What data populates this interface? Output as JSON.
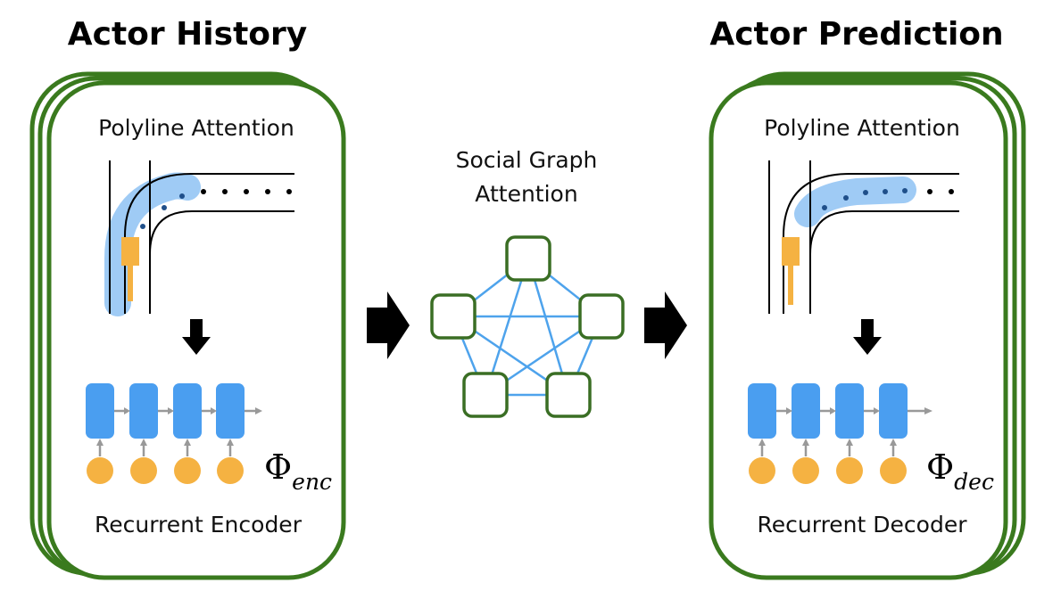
{
  "titles": {
    "left": "Actor History",
    "right": "Actor Prediction"
  },
  "left_panel": {
    "top_label": "Polyline Attention",
    "bottom_label": "Recurrent Encoder",
    "phi_symbol": "Φ",
    "phi_subscript": "enc"
  },
  "middle": {
    "label_line1": "Social Graph",
    "label_line2": "Attention"
  },
  "right_panel": {
    "top_label": "Polyline Attention",
    "bottom_label": "Recurrent Decoder",
    "phi_symbol": "Φ",
    "phi_subscript": "dec"
  },
  "colors": {
    "frame_green": "#3a7a1e",
    "rnn_blue": "#4a9ef0",
    "input_orange": "#f5b242",
    "highlight_blue": "#9fcbf5",
    "dot_blue": "#1f4f8a",
    "edge_blue": "#4ea3ec",
    "node_green": "#3a6e24",
    "arrow_gray": "#999999"
  },
  "icons": {
    "flow_arrow": "right-arrow-icon",
    "down_arrow": "down-arrow-icon"
  }
}
